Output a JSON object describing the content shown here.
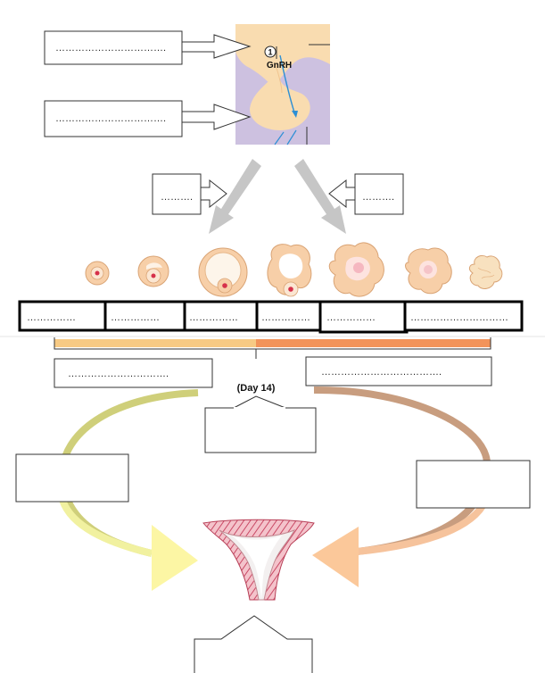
{
  "diagram": {
    "step_number": "1",
    "hormone_label": "GnRH",
    "day_label": "(Day 14)",
    "blank_long": "…………………………….",
    "blank_short": "……….",
    "blank_phase": "………………………….",
    "blank_phase_right": "……………………………….",
    "blank_stage": "……………",
    "blank_stage_last": "…………………………",
    "colors": {
      "brain": "#f9dcb0",
      "pituitary_bg": "#cdc1e0",
      "follicular_bar": "#f7ca84",
      "luteal_bar": "#f2935a",
      "left_arc": "#cfcf7a",
      "right_arc": "#c89d7f",
      "left_arrow": "#fcf6a4",
      "right_arrow": "#fbc89a",
      "uterus_muscle": "#d9627a",
      "gray_arrow": "#c6c6c6"
    }
  }
}
